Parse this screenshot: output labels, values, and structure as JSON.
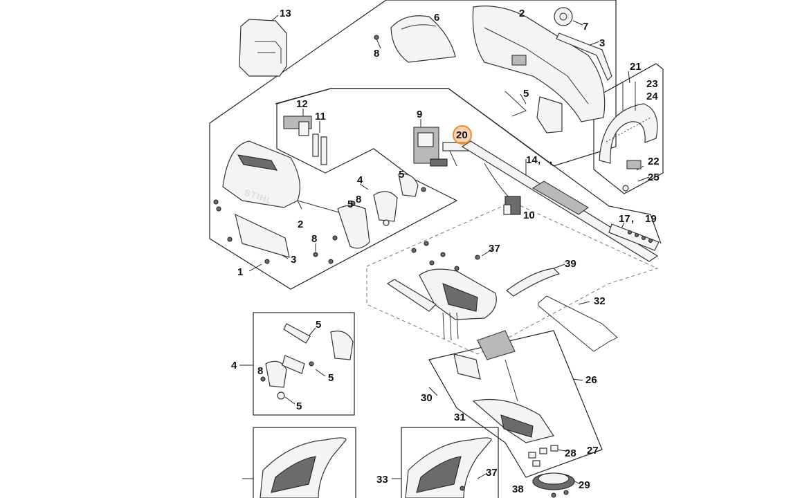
{
  "diagram": {
    "highlight_color": "#f08a2c",
    "selected_callout": "20",
    "brand_logo": "STIHL",
    "callouts": {
      "c1": "1",
      "c2a": "2",
      "c2b": "2",
      "c3a": "3",
      "c3b": "3",
      "c4a": "4",
      "c4b": "4",
      "c5a": "5",
      "c5b": "5",
      "c5c": "5",
      "c5d": "5",
      "c5e": "5",
      "c5f": "5",
      "c6": "6",
      "c7": "7",
      "c8a": "8",
      "c8b": "8",
      "c8c": "8",
      "c8d": "8",
      "c9": "9",
      "c10": "10",
      "c11": "11",
      "c12": "12",
      "c13": "13",
      "c14": "14",
      "c17": "17",
      "c19": "19",
      "c20": "20",
      "c21": "21",
      "c22": "22",
      "c23": "23",
      "c24": "24",
      "c25": "25",
      "c26": "26",
      "c27": "27",
      "c28": "28",
      "c29": "29",
      "c30": "30",
      "c31": "31",
      "c32": "32",
      "c33": "33",
      "c37a": "37",
      "c37b": "37",
      "c38": "38",
      "c39": "39",
      "tick_a": ",",
      "tick_b": ",",
      "tick_c": ","
    }
  }
}
